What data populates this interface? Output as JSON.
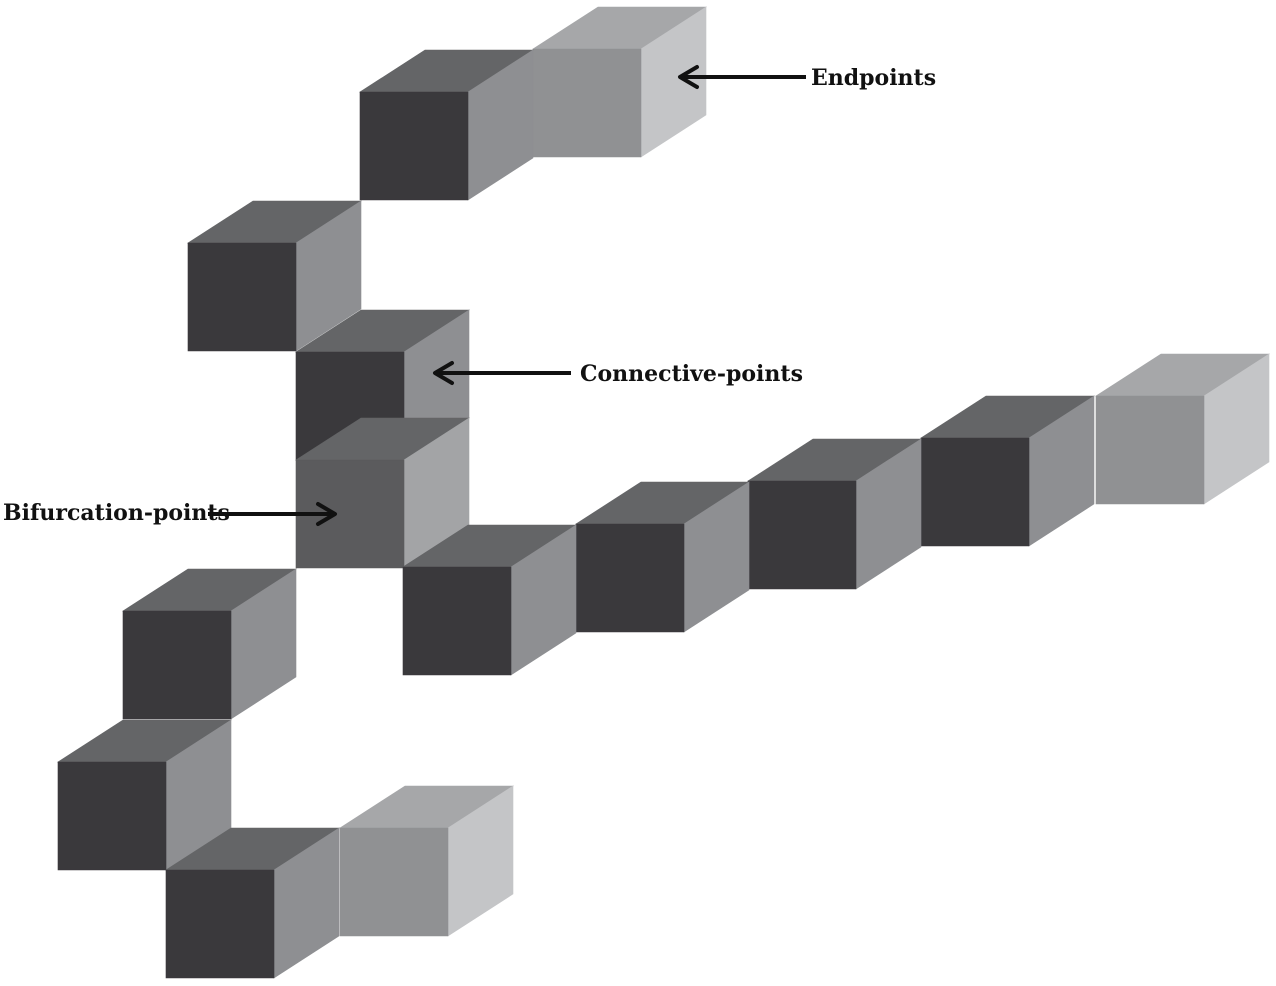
{
  "labels": {
    "endpoints": "Endpoints",
    "connective": "Connective-points",
    "bifurcation": "Bifurcation-points"
  },
  "colors": {
    "background": "#ffffff",
    "connective_front": "#3a393c",
    "connective_top": "#646567",
    "connective_side": "#8e8f92",
    "endpoint_front": "#909193",
    "endpoint_top": "#a6a7a9",
    "endpoint_side": "#c4c5c7",
    "bifurcation_front": "#5b5b5d",
    "bifurcation_top": "#646567",
    "bifurcation_side": "#a3a4a6",
    "arrow": "#111111"
  },
  "voxel_types": [
    "endpoint",
    "connective",
    "bifurcation"
  ]
}
